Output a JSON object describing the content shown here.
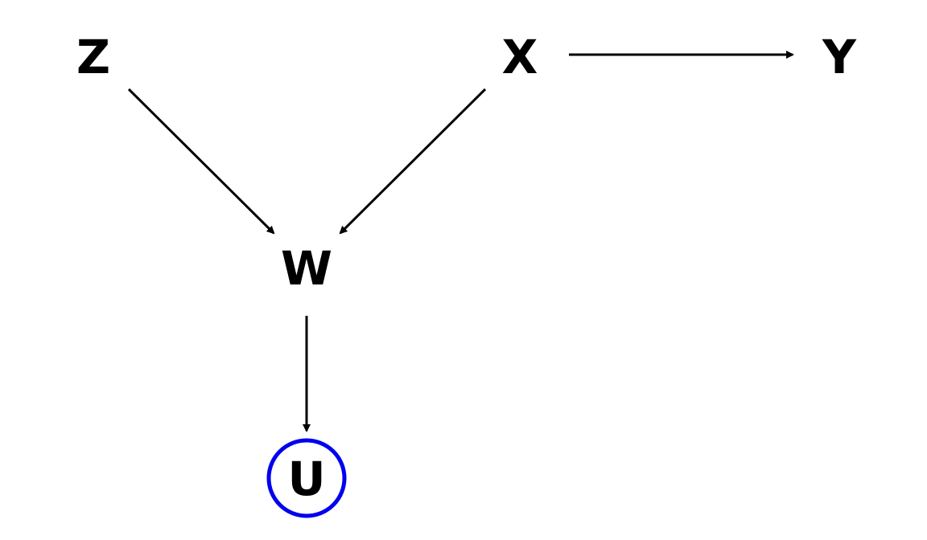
{
  "diagram": {
    "type": "directed-acyclic-graph",
    "nodes": [
      {
        "id": "Z",
        "label": "Z",
        "highlighted": false
      },
      {
        "id": "X",
        "label": "X",
        "highlighted": false
      },
      {
        "id": "Y",
        "label": "Y",
        "highlighted": false
      },
      {
        "id": "W",
        "label": "W",
        "highlighted": false
      },
      {
        "id": "U",
        "label": "U",
        "highlighted": true
      }
    ],
    "edges": [
      {
        "from": "Z",
        "to": "W"
      },
      {
        "from": "X",
        "to": "W"
      },
      {
        "from": "X",
        "to": "Y"
      },
      {
        "from": "W",
        "to": "U"
      }
    ],
    "colors": {
      "highlight": "#0000ee",
      "text": "#000000",
      "edge": "#000000"
    }
  }
}
